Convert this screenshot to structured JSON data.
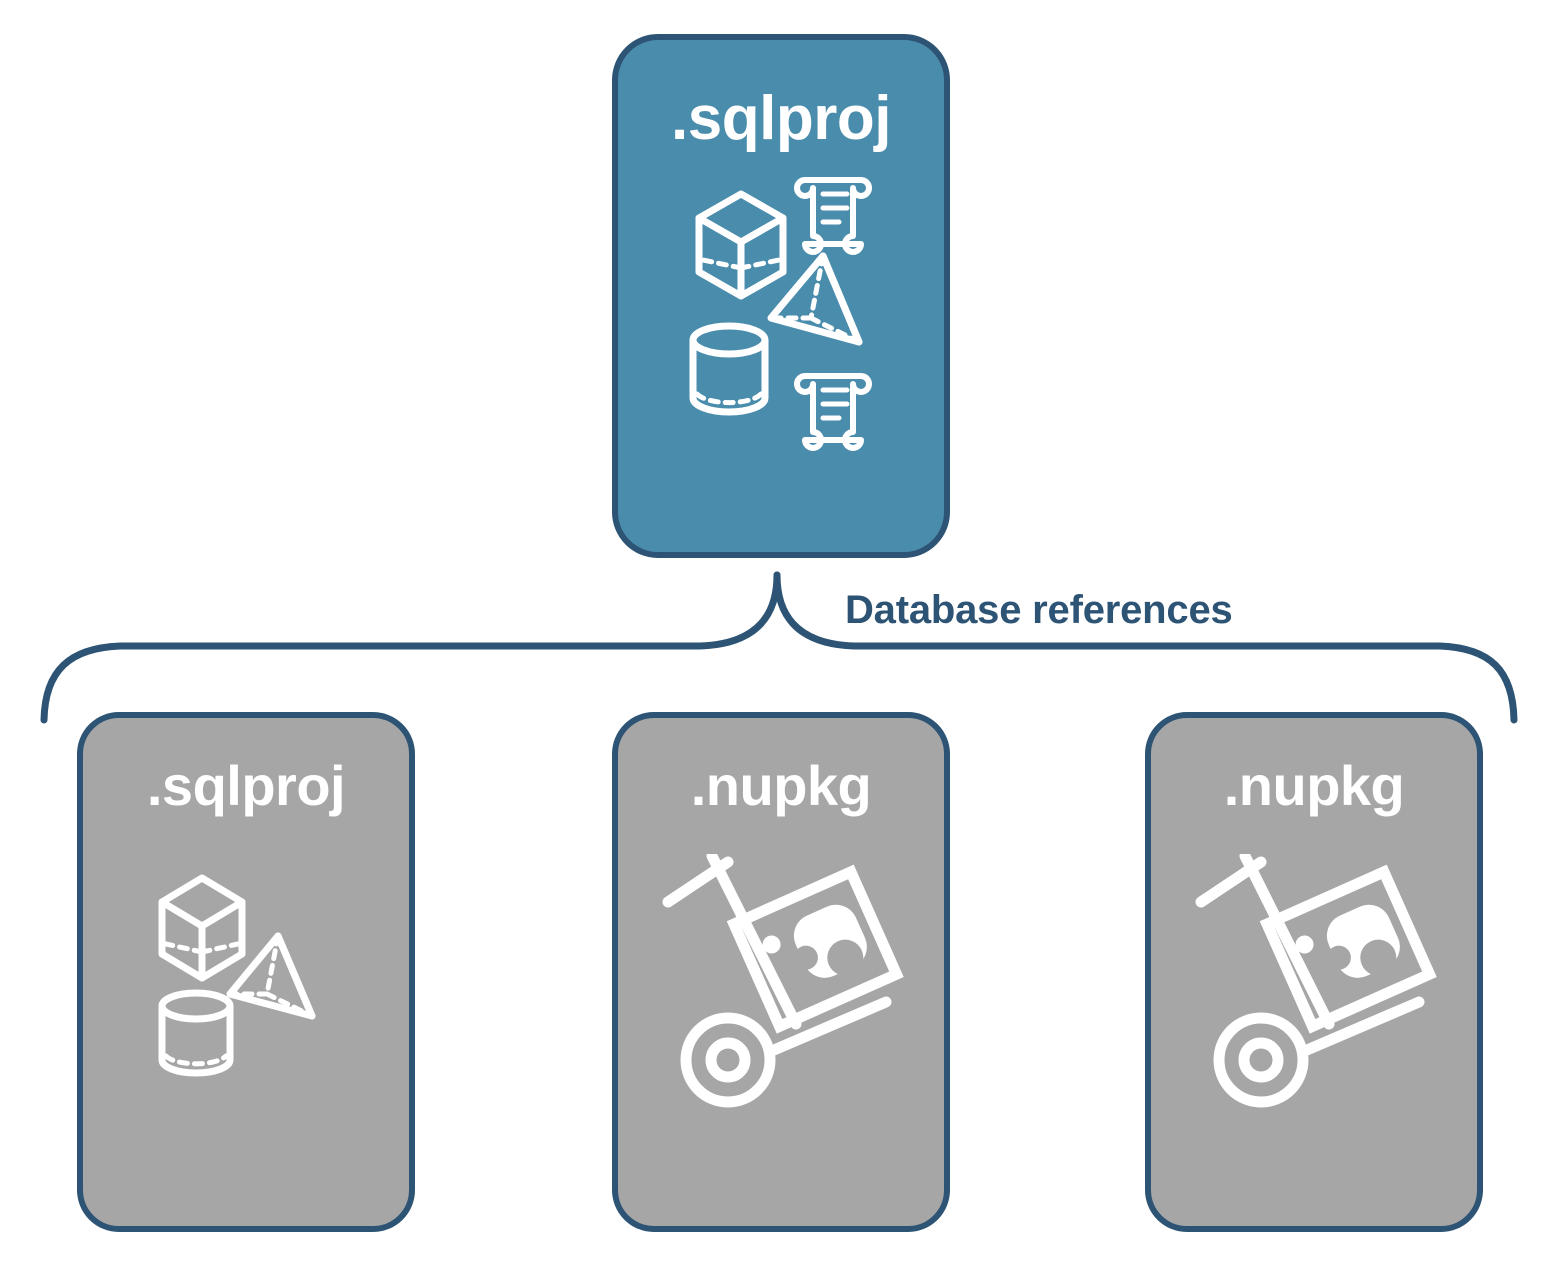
{
  "diagram": {
    "title_text": "Database references",
    "colors": {
      "primary_card_fill": "#4a8cac",
      "secondary_card_fill": "#a6a6a6",
      "border": "#2d5474",
      "label_text": "#2d5474",
      "icon": "#ffffff",
      "background": "#ffffff"
    },
    "top_node": {
      "label": ".sqlproj",
      "icon": "database-shapes-and-scripts-icon"
    },
    "connector": {
      "label": "Database references",
      "style": "curly-brace"
    },
    "referenced_nodes": [
      {
        "label": ".sqlproj",
        "icon": "database-shapes-icon"
      },
      {
        "label": ".nupkg",
        "icon": "hand-truck-package-icon"
      },
      {
        "label": ".nupkg",
        "icon": "hand-truck-package-icon"
      }
    ]
  }
}
